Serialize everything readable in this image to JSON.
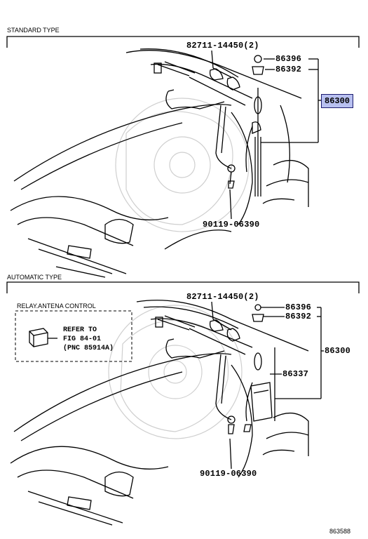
{
  "sections": {
    "standard": {
      "title": "STANDARD TYPE"
    },
    "automatic": {
      "title": "AUTOMATIC TYPE"
    }
  },
  "relay_box": {
    "title": "RELAY.ANTENA CONTROL",
    "ref_line1": "REFER TO",
    "ref_line2": "FIG 84-01",
    "ref_line3": "(PNC 85914A)"
  },
  "standard_parts": {
    "p82711": "82711-14450(2)",
    "p86396": "86396",
    "p86392": "86392",
    "p86300": "86300",
    "p90119": "90119-06390"
  },
  "automatic_parts": {
    "p82711": "82711-14450(2)",
    "p86396": "86396",
    "p86392": "86392",
    "p86300": "86300",
    "p86337": "86337",
    "p90119": "90119-06390"
  },
  "footer": {
    "diagram_code": "863588"
  },
  "colors": {
    "highlight": "#b8c0f0",
    "highlight_border": "#1a1a6e",
    "watermark": "#cfcfcf"
  }
}
